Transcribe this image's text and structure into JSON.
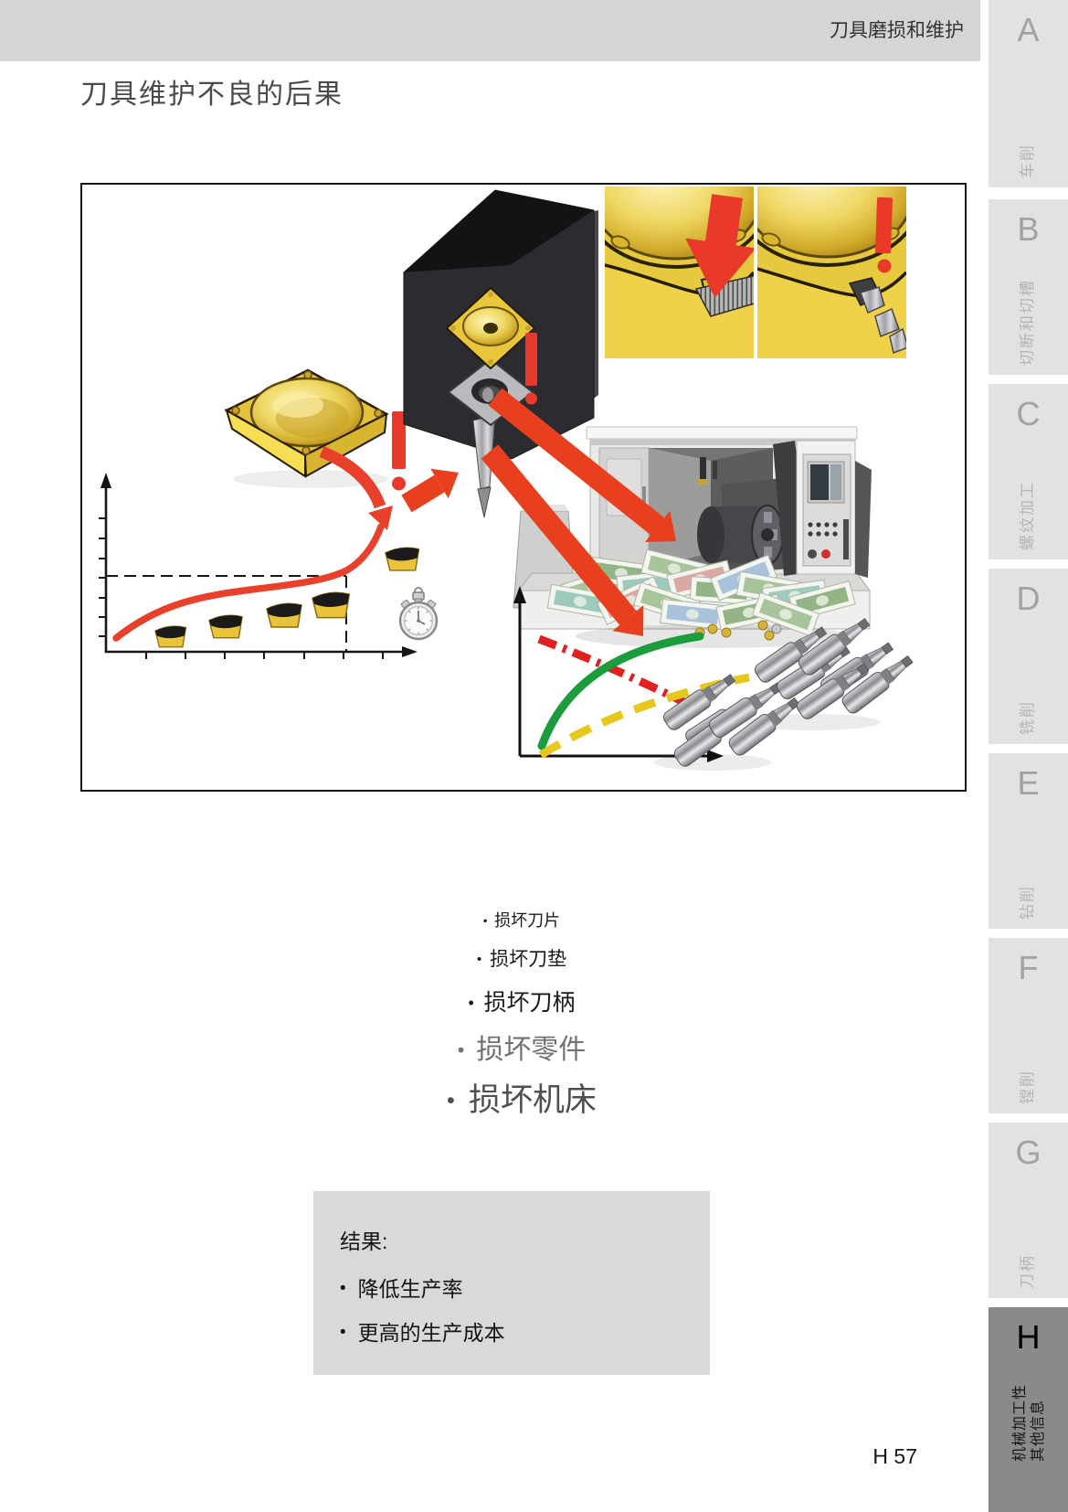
{
  "header": {
    "title": "刀具磨损和维护"
  },
  "page": {
    "title": "刀具维护不良的后果",
    "number": "H 57"
  },
  "sidebar": {
    "tabs": [
      {
        "letter": "A",
        "label": "车削",
        "active": false
      },
      {
        "letter": "B",
        "label": "切断和切槽",
        "active": false
      },
      {
        "letter": "C",
        "label": "螺纹加工",
        "active": false
      },
      {
        "letter": "D",
        "label": "铣削",
        "active": false
      },
      {
        "letter": "E",
        "label": "钻削",
        "active": false
      },
      {
        "letter": "F",
        "label": "镗削",
        "active": false
      },
      {
        "letter": "G",
        "label": "刀柄",
        "active": false
      },
      {
        "letter": "H",
        "label": "机械加工性",
        "label2": "其他信息",
        "active": true
      }
    ]
  },
  "list": {
    "bullet": "•",
    "items": [
      "损坏刀片",
      "损坏刀垫",
      "损坏刀柄",
      "损坏零件",
      "损坏机床"
    ]
  },
  "result": {
    "heading": "结果:",
    "bullet": "•",
    "items": [
      "降低生产率",
      "更高的生产成本"
    ]
  },
  "icons": {
    "stopwatch": "stopwatch",
    "warning": "!",
    "arrow_down": "↓"
  },
  "colors": {
    "accent_red": "#e8392a",
    "insert_yellow": "#eac33a",
    "wear_curve_red": "#e8402a",
    "cost_green": "#1c9c3c",
    "cost_yellow": "#e6c71e",
    "result_box_gray": "#d9d9d9",
    "tab_gray": "#e2e2e0",
    "tab_active_gray": "#8a8a8a",
    "header_bar_gray": "#d5d5d3"
  }
}
